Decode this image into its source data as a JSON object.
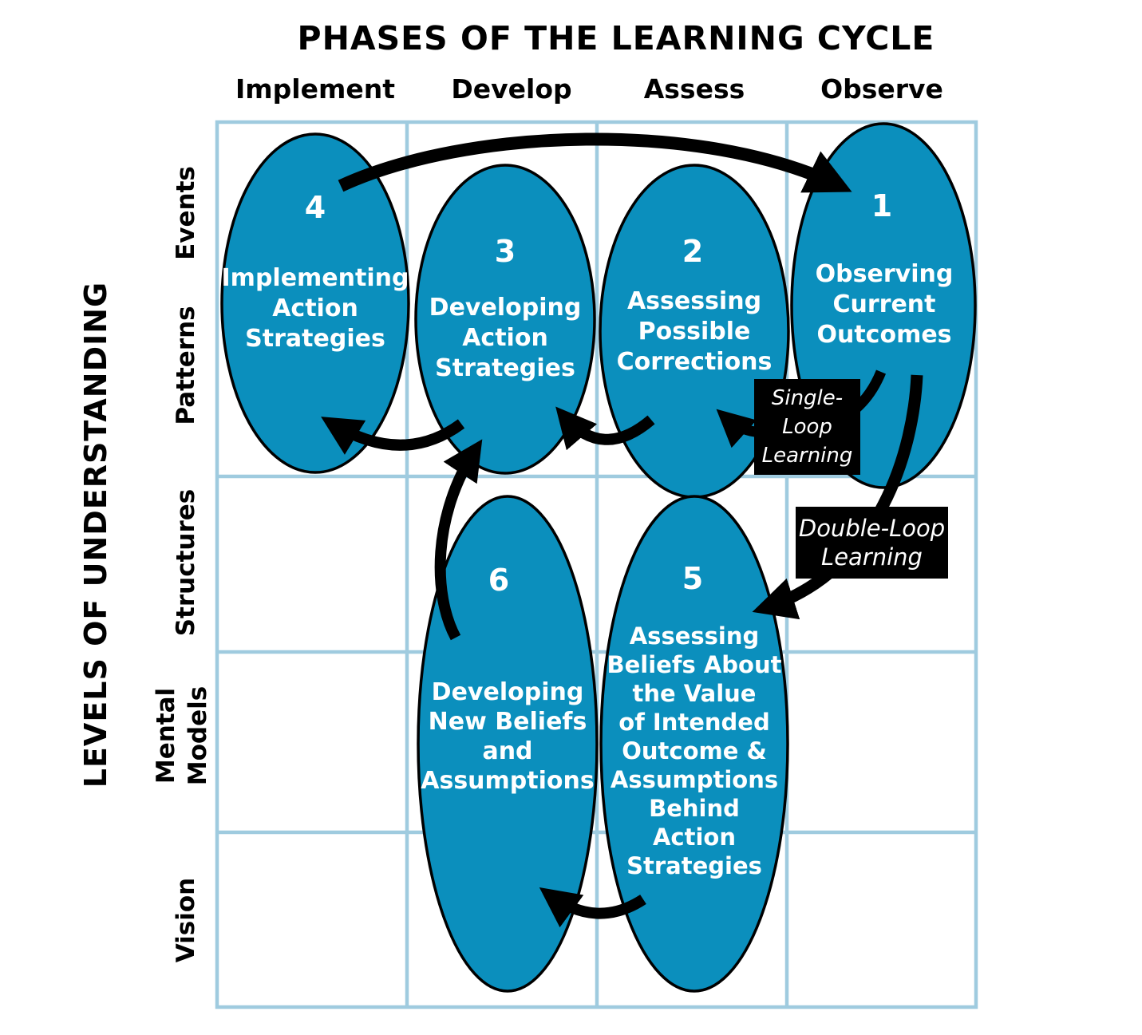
{
  "title": "PHASES OF THE LEARNING CYCLE",
  "axis_left": "LEVELS OF UNDERSTANDING",
  "columns": [
    "Implement",
    "Develop",
    "Assess",
    "Observe"
  ],
  "rows": [
    [
      "Events"
    ],
    [
      "Patterns"
    ],
    [
      "Structures"
    ],
    [
      "Mental",
      "Models"
    ],
    [
      "Vision"
    ]
  ],
  "ellipses": [
    {
      "number": "4",
      "lines": [
        "Implementing",
        "Action",
        "Strategies"
      ]
    },
    {
      "number": "3",
      "lines": [
        "Developing",
        "Action",
        "Strategies"
      ]
    },
    {
      "number": "2",
      "lines": [
        "Assessing",
        "Possible",
        "Corrections"
      ]
    },
    {
      "number": "1",
      "lines": [
        "Observing",
        "Current",
        "Outcomes"
      ]
    },
    {
      "number": "6",
      "lines": [
        "Developing",
        "New Beliefs",
        "and",
        "Assumptions"
      ]
    },
    {
      "number": "5",
      "lines": [
        "Assessing",
        "Beliefs About",
        "the Value",
        "of Intended",
        "Outcome &",
        "Assumptions",
        "Behind",
        "Action",
        "Strategies"
      ]
    }
  ],
  "callouts": [
    {
      "lines": [
        "Single-",
        "Loop",
        "Learning"
      ]
    },
    {
      "lines": [
        "Double-Loop",
        "Learning"
      ]
    }
  ],
  "colors": {
    "ellipse_fill": "#0b8fbd",
    "ellipse_stroke": "#000000",
    "grid_line": "#9fcbdf",
    "ellipse_text": "#ffffff",
    "callout_bg": "#000000",
    "callout_text": "#ffffff",
    "heading_text": "#000000",
    "page_bg": "#ffffff"
  }
}
